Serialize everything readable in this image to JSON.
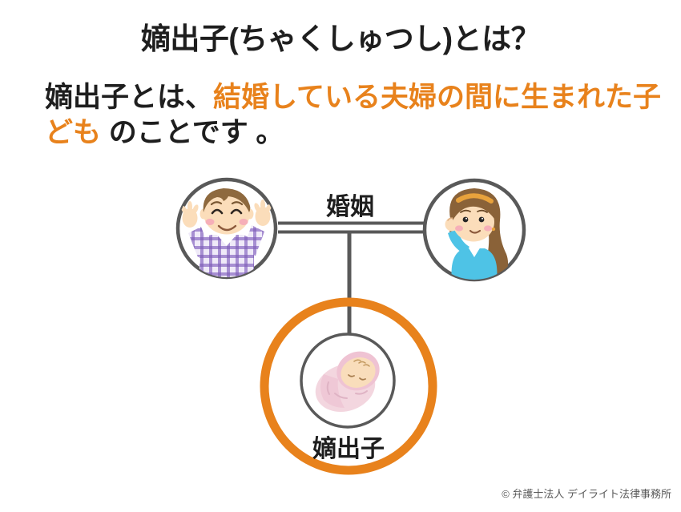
{
  "page": {
    "title": "嫡出子(ちゃくしゅつし)とは？",
    "copyright": "© 弁護士法人 デイライト法律事務所"
  },
  "definition": {
    "line1_dark": "嫡出子とは、",
    "line1_orange": "結婚している夫婦の間に生まれた子",
    "line2_orange": "ども",
    "line2_dark": " のことです 。"
  },
  "diagram": {
    "marriage_label": "婚姻",
    "child_label": "嫡出子",
    "father_icon": "father-cartoon",
    "mother_icon": "mother-cartoon",
    "baby_icon": "baby-cartoon",
    "highlight_shape": "orange-ring"
  },
  "colors": {
    "accent_orange": "#E8821C",
    "line_gray": "#595959",
    "text_dark": "#1E1E1E",
    "copyright_gray": "#595959",
    "background": "#FFFFFF"
  }
}
